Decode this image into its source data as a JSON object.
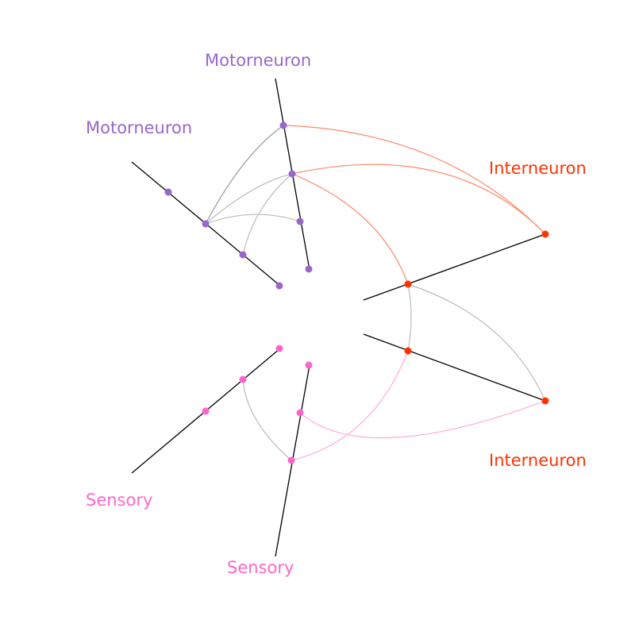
{
  "colors": {
    "motorneuron": "#9966cc",
    "interneuron": "#ff3300",
    "sensory": "#ff66cc",
    "axis": "#000000",
    "link_gray": "#aaaaaa",
    "link_red": "#ff7b5a",
    "link_pink": "#ff99dd"
  },
  "axes": {
    "motor_top": "Motorneuron",
    "motor_left": "Motorneuron",
    "inter_top": "Interneuron",
    "inter_bottom": "Interneuron",
    "sensory_left": "Sensory",
    "sensory_bottom": "Sensory"
  }
}
